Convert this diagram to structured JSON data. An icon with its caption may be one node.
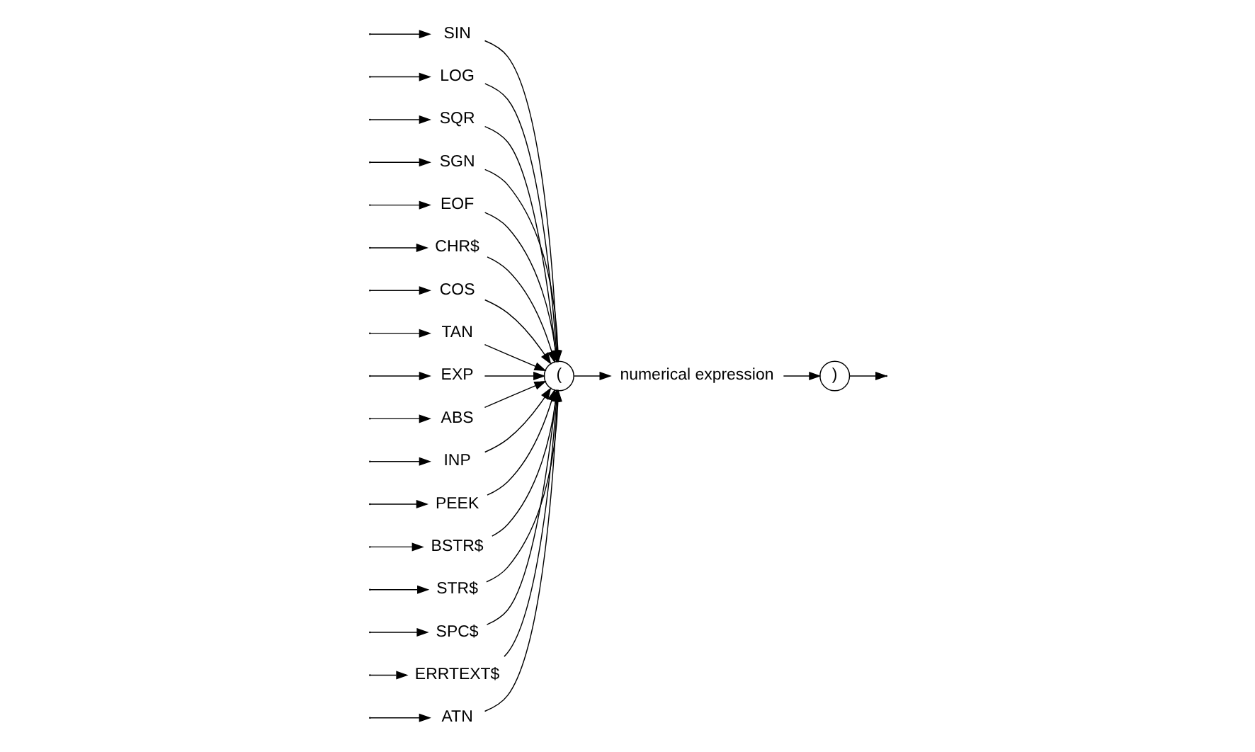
{
  "diagram": {
    "nodes": [
      {
        "text": [
          "ATN"
        ]
      },
      {
        "text": [
          "SIN"
        ]
      },
      {
        "text": [
          "LOG"
        ]
      },
      {
        "text": [
          "SQR"
        ]
      },
      {
        "text": [
          "SGN"
        ]
      },
      {
        "text": [
          "EOF"
        ]
      },
      {
        "text": [
          "CHR$"
        ]
      },
      {
        "text": [
          "COS"
        ]
      },
      {
        "text": [
          "TAN"
        ]
      },
      {
        "text": [
          "EXP"
        ]
      },
      {
        "text": [
          "ABS"
        ]
      },
      {
        "text": [
          "INP"
        ]
      },
      {
        "text": [
          "PEEK"
        ]
      },
      {
        "text": [
          "BSTR$"
        ]
      },
      {
        "text": [
          "STR$"
        ]
      },
      {
        "text": [
          "SPC$"
        ]
      },
      {
        "text": [
          "ERRTEXT$"
        ]
      },
      {
        "text": [
          "("
        ]
      },
      {
        "text": [
          "numerical expression"
        ]
      },
      {
        "text": [
          ")"
        ]
      }
    ],
    "edges": [
      {
        "from": null,
        "to": 0,
        "arrow": "to"
      },
      {
        "from": null,
        "to": 7,
        "arrow": "to"
      },
      {
        "from": null,
        "to": 1,
        "arrow": "to"
      },
      {
        "from": null,
        "to": 8,
        "arrow": "to"
      },
      {
        "from": null,
        "to": 2,
        "arrow": "to"
      },
      {
        "from": null,
        "to": 9,
        "arrow": "to"
      },
      {
        "from": null,
        "to": 3,
        "arrow": "to"
      },
      {
        "from": null,
        "to": 10,
        "arrow": "to"
      },
      {
        "from": null,
        "to": 4,
        "arrow": "to"
      },
      {
        "from": null,
        "to": 11,
        "arrow": "to"
      },
      {
        "from": null,
        "to": 5,
        "arrow": "to"
      },
      {
        "from": null,
        "to": 12,
        "arrow": "to"
      },
      {
        "from": null,
        "to": 6,
        "arrow": "to"
      },
      {
        "from": null,
        "to": 13,
        "arrow": "to"
      },
      {
        "from": null,
        "to": 15,
        "arrow": "to"
      },
      {
        "from": null,
        "to": 14,
        "arrow": "to"
      },
      {
        "from": null,
        "to": 16,
        "arrow": "to"
      },
      {
        "from": 0,
        "to": 17,
        "arrow": "to"
      },
      {
        "from": 7,
        "to": 17,
        "arrow": "to"
      },
      {
        "from": 1,
        "to": 17,
        "arrow": "to"
      },
      {
        "from": 8,
        "to": 17,
        "arrow": "to"
      },
      {
        "from": 2,
        "to": 17,
        "arrow": "to"
      },
      {
        "from": 9,
        "to": 17,
        "arrow": "to"
      },
      {
        "from": 3,
        "to": 17,
        "arrow": "to"
      },
      {
        "from": 10,
        "to": 17,
        "arrow": "to"
      },
      {
        "from": 4,
        "to": 17,
        "arrow": "to"
      },
      {
        "from": 11,
        "to": 17,
        "arrow": "to"
      },
      {
        "from": 5,
        "to": 17,
        "arrow": "to"
      },
      {
        "from": 12,
        "to": 17,
        "arrow": "to"
      },
      {
        "from": 6,
        "to": 17,
        "arrow": "to"
      },
      {
        "from": 13,
        "to": 17,
        "arrow": "to"
      },
      {
        "from": 15,
        "to": 17,
        "arrow": "to"
      },
      {
        "from": 14,
        "to": 17,
        "arrow": "to"
      },
      {
        "from": 16,
        "to": 17,
        "arrow": "to"
      },
      {
        "from": 17,
        "to": 18,
        "arrow": "to"
      },
      {
        "from": 18,
        "to": 19,
        "arrow": "to"
      },
      {
        "from": 19,
        "to": null,
        "arrow": "to"
      }
    ]
  }
}
